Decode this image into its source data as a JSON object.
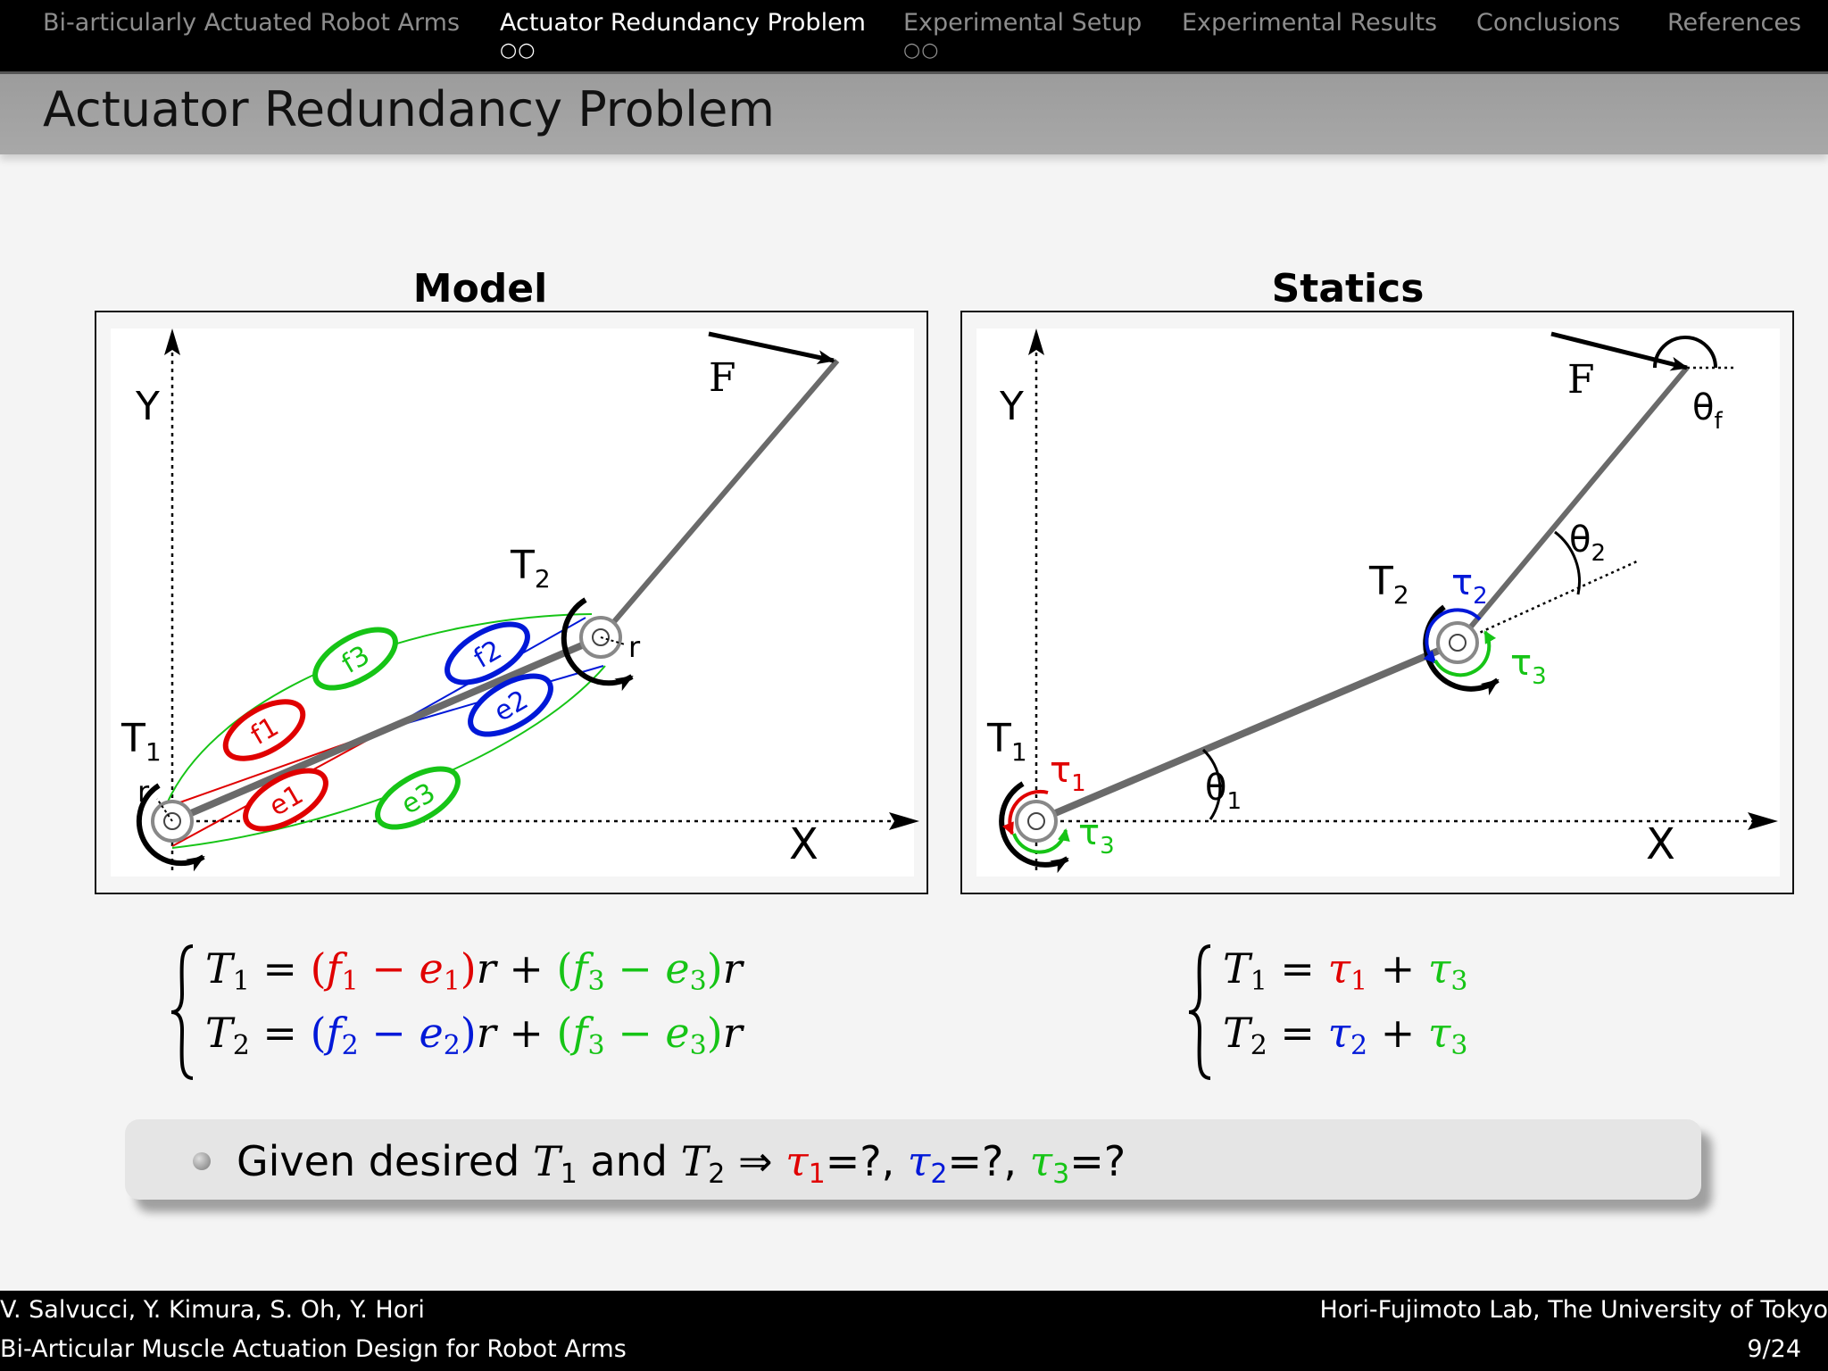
{
  "nav": {
    "items": [
      {
        "label": "Bi-articularly Actuated Robot Arms",
        "dots": ""
      },
      {
        "label": "Actuator Redundancy Problem",
        "dots": "○○"
      },
      {
        "label": "Experimental Setup",
        "dots": "○○"
      },
      {
        "label": "Experimental Results",
        "dots": ""
      },
      {
        "label": "Conclusions",
        "dots": ""
      },
      {
        "label": "References",
        "dots": ""
      }
    ]
  },
  "slide": {
    "title": "Actuator Redundancy Problem"
  },
  "model": {
    "heading": "Model",
    "labels": {
      "y": "Y",
      "x": "X",
      "f": "F",
      "t1": "T",
      "t2": "T",
      "sub1": "1",
      "sub2": "2",
      "r": "r",
      "muscles": [
        "f1",
        "e1",
        "f2",
        "e2",
        "f3",
        "e3"
      ]
    }
  },
  "statics": {
    "heading": "Statics",
    "labels": {
      "y": "Y",
      "x": "X",
      "f": "F",
      "t1": "T",
      "t2": "T",
      "sub1": "1",
      "sub2": "2",
      "sub3": "3",
      "tau": "τ",
      "theta": "θ",
      "theta_f_sub": "f"
    }
  },
  "equations": {
    "model": {
      "line1": {
        "lhs": "T",
        "sub": "1",
        "eq": " = ",
        "open": "(",
        "f": "f",
        "fsub": "1",
        "minus": " − ",
        "e": "e",
        "esub": "1",
        "close": ")",
        "r": "r",
        "plus": " + ",
        "open3": "(",
        "f3": "f",
        "f3sub": "3",
        "minus3": " − ",
        "e3": "e",
        "e3sub": "3",
        "close3": ")",
        "r3": "r"
      },
      "line2": {
        "lhs": "T",
        "sub": "2",
        "eq": " = ",
        "open": "(",
        "f": "f",
        "fsub": "2",
        "minus": " − ",
        "e": "e",
        "esub": "2",
        "close": ")",
        "r": "r",
        "plus": " + ",
        "open3": "(",
        "f3": "f",
        "f3sub": "3",
        "minus3": " − ",
        "e3": "e",
        "e3sub": "3",
        "close3": ")",
        "r3": "r"
      }
    },
    "statics": {
      "line1": {
        "lhs": "T",
        "sub": "1",
        "eq": " = ",
        "tau": "τ",
        "tsub": "1",
        "plus": " + ",
        "tau3": "τ",
        "t3sub": "3"
      },
      "line2": {
        "lhs": "T",
        "sub": "2",
        "eq": " = ",
        "tau": "τ",
        "tsub": "2",
        "plus": " + ",
        "tau3": "τ",
        "t3sub": "3"
      }
    }
  },
  "callout": {
    "given": "Given desired ",
    "t": "T",
    "s1": "1",
    "and": " and ",
    "s2": "2",
    "arrow": " ⇒ ",
    "tau": "τ",
    "q1": "=?, ",
    "q2": "=?, ",
    "q3": "=?",
    "s3": "3"
  },
  "footer": {
    "authors": "V. Salvucci, Y. Kimura, S. Oh, Y. Hori",
    "affiliation": "Hori-Fujimoto Lab, The University of Tokyo",
    "talk_title": "Bi-Articular Muscle Actuation Design for Robot Arms",
    "page": "9/24"
  },
  "colors": {
    "red": "#e00000",
    "blue": "#0018d8",
    "green": "#16c416",
    "link": "#6a6a6a"
  }
}
